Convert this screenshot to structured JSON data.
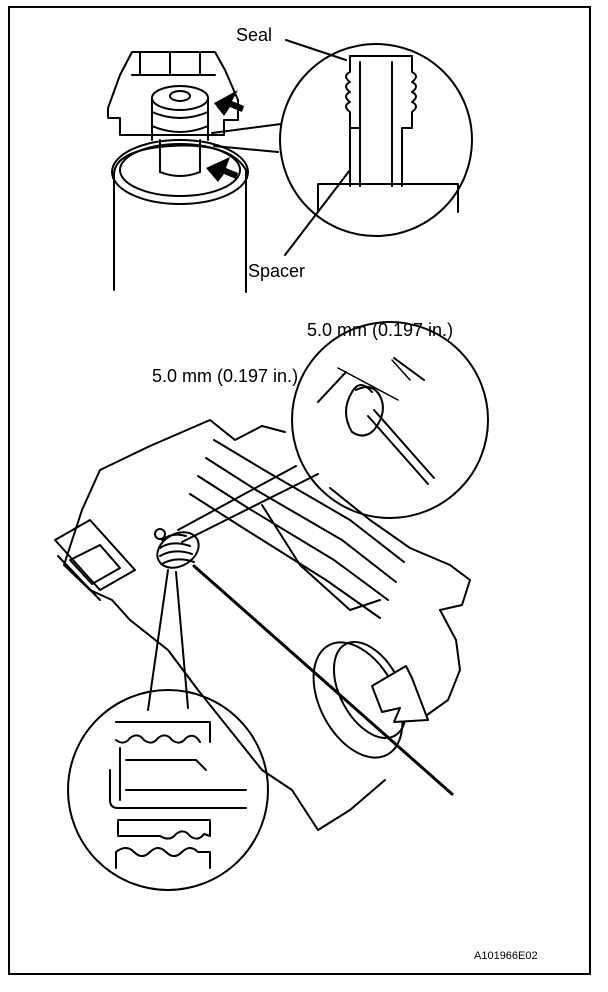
{
  "labels": {
    "seal": "Seal",
    "spacer": "Spacer",
    "dimension_upper": "5.0 mm (0.197 in.)",
    "dimension_lower": "5.0 mm (0.197 in.)",
    "figure_code": "A101966E02"
  }
}
